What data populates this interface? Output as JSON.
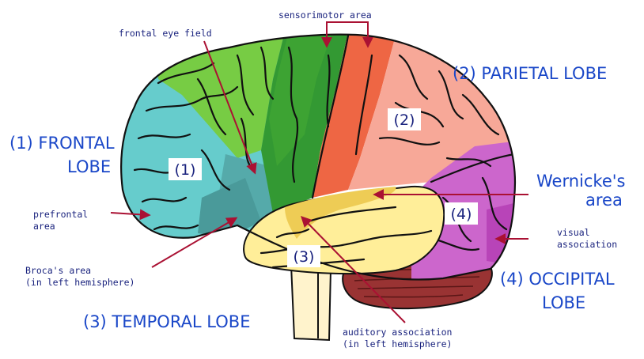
{
  "colors": {
    "frontal": "#66cccc",
    "frontal_dark": "#449999",
    "motor_green": "#66bb33",
    "motor_green_dark": "#339933",
    "somato_red": "#ee6644",
    "parietal": "#f7a898",
    "occipital": "#cc66cc",
    "occipital_dark": "#aa33aa",
    "temporal": "#ffee99",
    "temporal_orange": "#eecc55",
    "cerebellum": "#993333",
    "brainstem": "#fff3cc",
    "label_blue": "#1a47c8",
    "small_label_navy": "#1a237e",
    "arrow": "#aa1133",
    "sulcus": "#111111"
  },
  "labels": {
    "sensorimotor": "sensorimotor area",
    "frontal_eye_field": "frontal eye field",
    "parietal_lobe": "(2) PARIETAL LOBE",
    "frontal_lobe_line1": "(1) FRONTAL",
    "frontal_lobe_line2": "LOBE",
    "prefrontal_line1": "prefrontal",
    "prefrontal_line2": "area",
    "wernicke_line1": "Wernicke's",
    "wernicke_line2": "area",
    "visual_line1": "visual",
    "visual_line2": "association",
    "broca_line1": "Broca's area",
    "broca_line2": "(in left hemisphere)",
    "occipital_line1": "(4) OCCIPITAL",
    "occipital_line2": "LOBE",
    "temporal_lobe": "(3) TEMPORAL LOBE",
    "auditory_line1": "auditory association",
    "auditory_line2": "(in left hemisphere)"
  },
  "region_numbers": {
    "frontal": "(1)",
    "parietal": "(2)",
    "temporal": "(3)",
    "occipital": "(4)"
  }
}
